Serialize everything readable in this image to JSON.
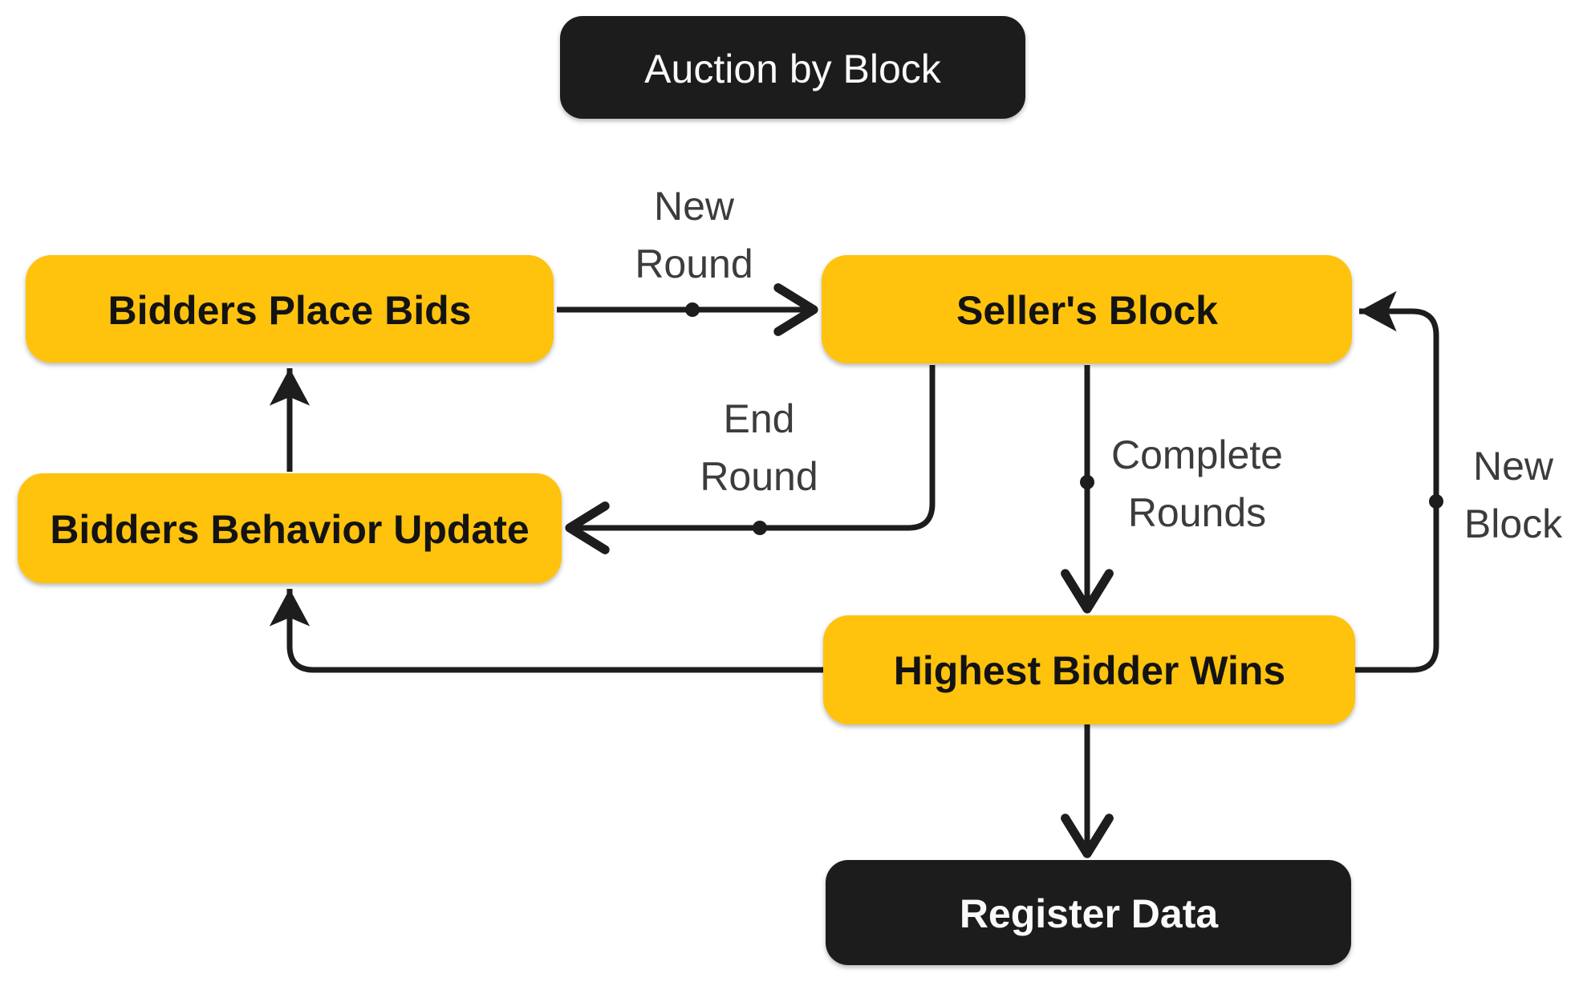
{
  "diagram": {
    "title": "Auction by Block",
    "nodes": {
      "bidders_place_bids": {
        "label": "Bidders Place Bids",
        "shape": "rounded-rect",
        "style": "yellow"
      },
      "sellers_block": {
        "label": "Seller's Block",
        "shape": "rounded-rect",
        "style": "yellow"
      },
      "bidders_behavior_update": {
        "label": "Bidders Behavior Update",
        "shape": "rounded-rect",
        "style": "yellow"
      },
      "highest_bidder_wins": {
        "label": "Highest Bidder Wins",
        "shape": "rounded-rect",
        "style": "yellow"
      },
      "register_data": {
        "label": "Register Data",
        "shape": "rounded-rect",
        "style": "dark"
      }
    },
    "edges": [
      {
        "from": "bidders_place_bids",
        "to": "sellers_block",
        "label_line1": "New",
        "label_line2": "Round",
        "arrowhead": "chevron"
      },
      {
        "from": "sellers_block",
        "to": "bidders_behavior_update",
        "label_line1": "End",
        "label_line2": "Round",
        "arrowhead": "chevron"
      },
      {
        "from": "sellers_block",
        "to": "highest_bidder_wins",
        "label_line1": "Complete",
        "label_line2": "Rounds",
        "arrowhead": "chevron"
      },
      {
        "from": "highest_bidder_wins",
        "to": "sellers_block",
        "label_line1": "New",
        "label_line2": "Block",
        "arrowhead": "triangle"
      },
      {
        "from": "bidders_behavior_update",
        "to": "bidders_place_bids",
        "label_line1": "",
        "label_line2": "",
        "arrowhead": "triangle"
      },
      {
        "from": "highest_bidder_wins",
        "to": "bidders_behavior_update",
        "label_line1": "",
        "label_line2": "",
        "arrowhead": "triangle"
      },
      {
        "from": "highest_bidder_wins",
        "to": "register_data",
        "label_line1": "",
        "label_line2": "",
        "arrowhead": "chevron"
      }
    ],
    "colors": {
      "node_fill": "#FFC20E",
      "dark_fill": "#1E1E1E",
      "line": "#1D1D1D",
      "node_text": "#131313",
      "dark_text": "#FAFAFA",
      "edge_label_text": "#3C3C3C",
      "background": "#FFFFFF"
    }
  }
}
